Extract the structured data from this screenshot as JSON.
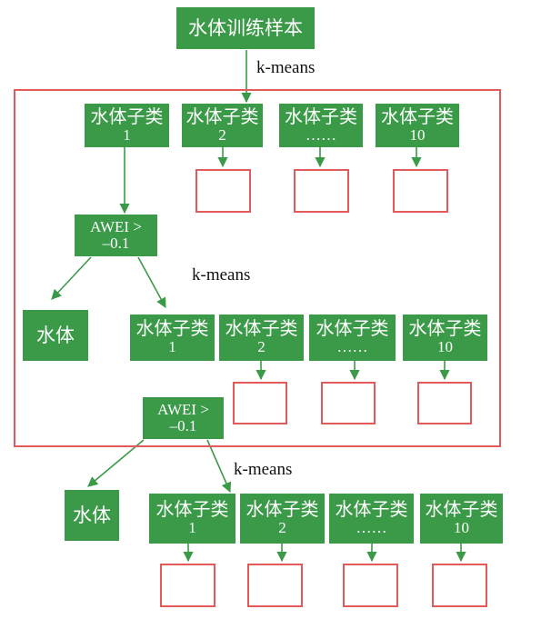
{
  "title": "水体训练样本",
  "kmeans_label": "k-means",
  "subclass_name": "水体子类",
  "subclass_ids": [
    "1",
    "2",
    "……",
    "10"
  ],
  "awei_line1": "AWEI >",
  "awei_line2": "–0.1",
  "water_label": "水体",
  "colors": {
    "node_fill": "#3b9a48",
    "node_text": "#ffffff",
    "frame": "#e25a5a",
    "arrow": "#3b9a48"
  }
}
